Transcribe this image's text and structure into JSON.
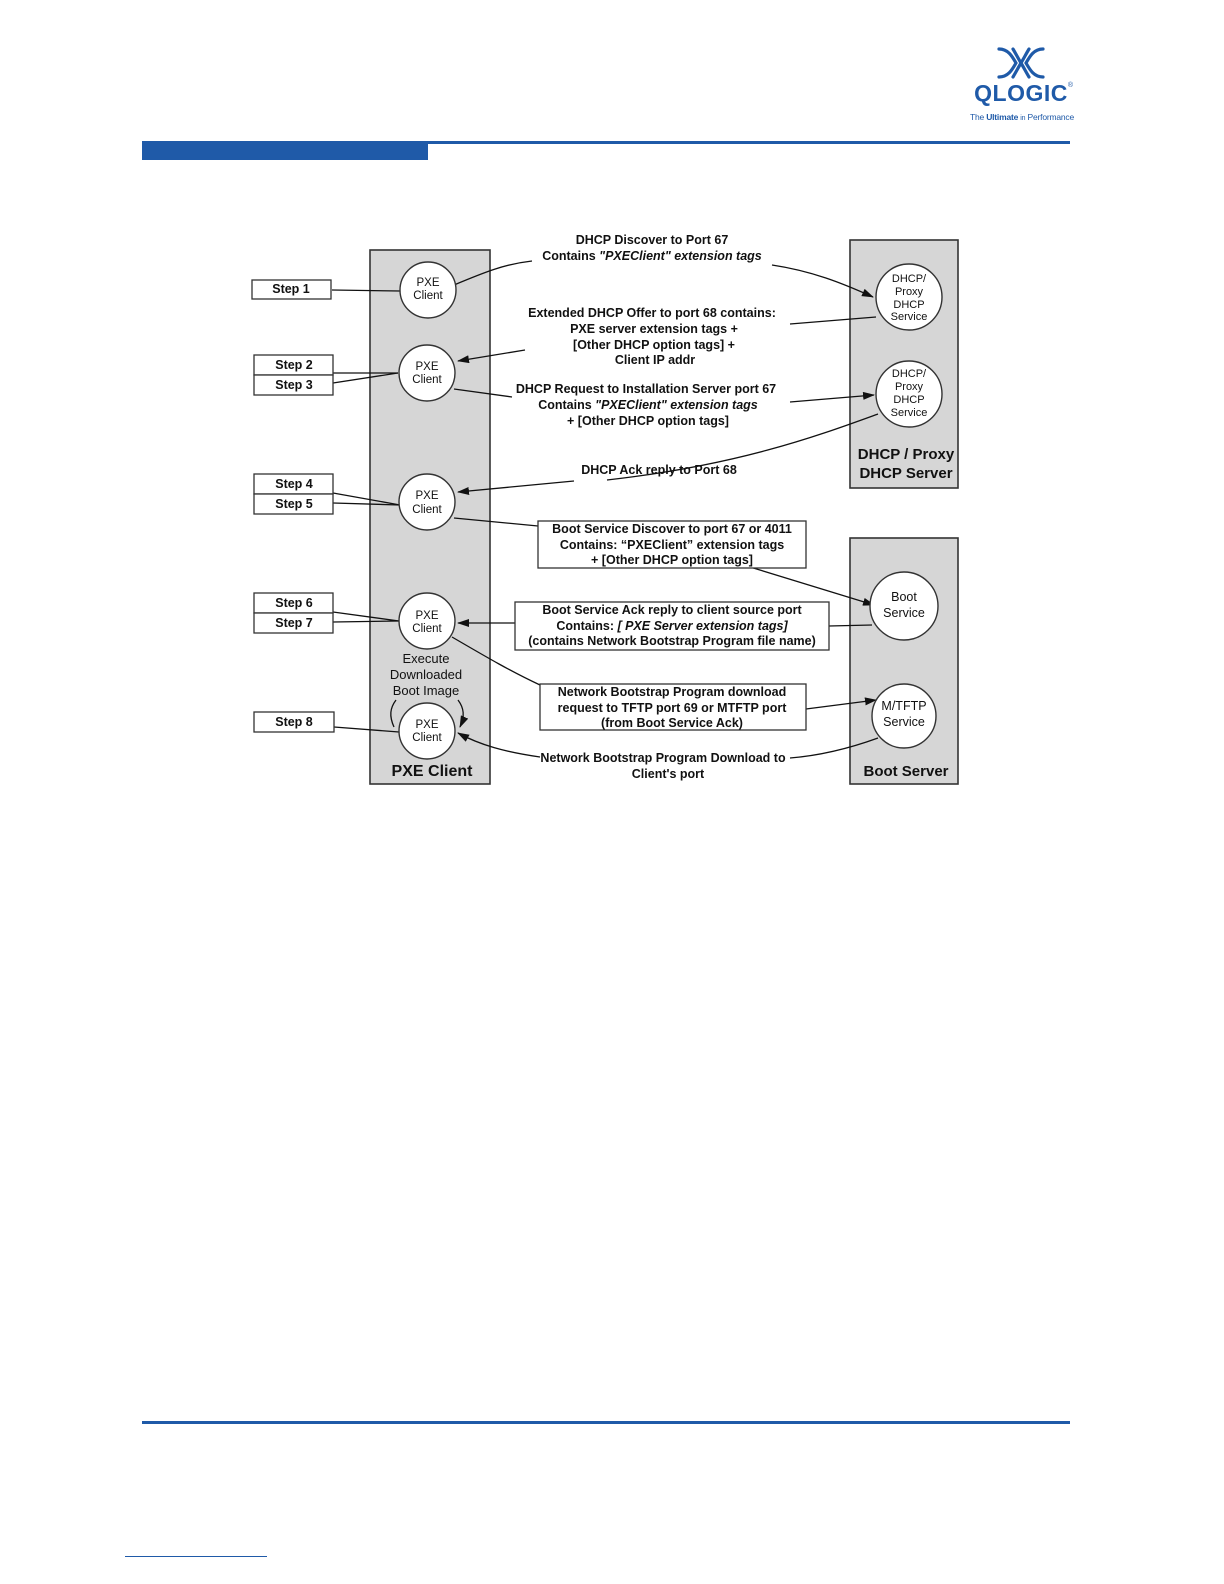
{
  "header": {
    "logo_text": "QLOGIC",
    "logo_reg": "®",
    "tagline": [
      "The",
      "Ultimate",
      "in",
      "Performance"
    ],
    "brand_color": "#1f5aa8"
  },
  "diagram": {
    "pxe_column": "PXE Client",
    "dhcp_server_title": [
      "DHCP / Proxy",
      "DHCP Server"
    ],
    "boot_server_title": "Boot Server",
    "steps": [
      "Step 1",
      "Step 2",
      "Step 3",
      "Step 4",
      "Step 5",
      "Step 6",
      "Step 7",
      "Step 8"
    ],
    "client_node": [
      "PXE",
      "Client"
    ],
    "dhcp_node": [
      "DHCP/",
      "Proxy",
      "DHCP",
      "Service"
    ],
    "boot_node": [
      "Boot",
      "Service"
    ],
    "tftp_node": [
      "M/TFTP",
      "Service"
    ],
    "execute_label": [
      "Execute",
      "Downloaded",
      "Boot Image"
    ],
    "messages": {
      "m1": [
        [
          "DHCP Discover to Port 67"
        ],
        [
          "Contains ",
          "\"PXEClient\" extension tags"
        ]
      ],
      "m2": [
        "Extended DHCP Offer to port 68 contains:",
        "PXE server extension tags +",
        "[Other DHCP option tags] +",
        "Client IP addr"
      ],
      "m3": [
        [
          "DHCP Request to Installation Server port 67"
        ],
        [
          "Contains ",
          "\"PXEClient\" extension tags"
        ],
        [
          "+ [Other DHCP option tags]"
        ]
      ],
      "m4": [
        "DHCP Ack reply to Port 68"
      ],
      "m5": [
        "Boot Service Discover to port 67 or 4011",
        "Contains: “PXEClient” extension tags",
        "+ [Other DHCP option tags]"
      ],
      "m6": [
        [
          "Boot Service Ack reply to client source port"
        ],
        [
          "Contains: ",
          "[ PXE Server extension tags]"
        ],
        [
          "(contains Network Bootstrap Program file name)"
        ]
      ],
      "m7": [
        "Network Bootstrap Program download",
        "request to TFTP port 69 or MTFTP port",
        "(from Boot Service Ack)"
      ],
      "m8": [
        "Network Bootstrap Program Download to",
        "Client's port"
      ]
    }
  }
}
